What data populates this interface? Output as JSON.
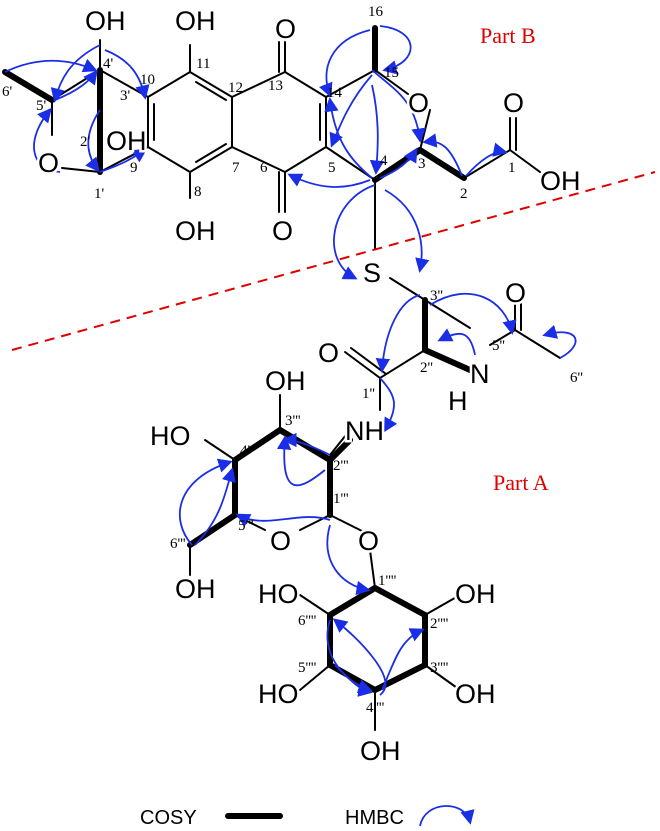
{
  "parts": {
    "part_b": "Part B",
    "part_a": "Part A"
  },
  "atoms": {
    "oh_top_left": "OH",
    "oh_c11": "OH",
    "o_c13": "O",
    "o_ring_b": "O",
    "o_acid": "O",
    "oh_acid": "OH",
    "o_c1prime": "O",
    "oh_c3prime": "OH",
    "oh_c8": "OH",
    "o_c6": "O",
    "s": "S",
    "o_amide_5": "O",
    "o_amide_1": "O",
    "nh_2dp": "N",
    "h_2dp": "H",
    "oh_3tp": "OH",
    "ho_4tp": "HO",
    "nh_2tp": "NH",
    "o_ring_a": "O",
    "o_link": "O",
    "oh_6tp": "OH",
    "ho_6qp": "HO",
    "oh_2qp": "OH",
    "ho_5qp": "HO",
    "oh_3qp": "OH",
    "oh_4qp": "OH"
  },
  "labels": {
    "n16": "16",
    "n15": "15",
    "n11": "11",
    "n13": "13",
    "n14": "14",
    "n12": "12",
    "n10": "10",
    "n4p": "4'",
    "n3p": "3'",
    "n6p": "6'",
    "n5p": "5'",
    "n2p": "2'",
    "n9": "9",
    "n1p": "1'",
    "n7": "7",
    "n5": "5",
    "n6": "6",
    "n8": "8",
    "n4": "4",
    "n3": "3",
    "n2": "2",
    "n1": "1",
    "n3dp": "3''",
    "n5dp": "5''",
    "n2dp": "2''",
    "n6dp": "6''",
    "n1dp": "1''",
    "n3tp": "3'''",
    "n4tp": "4'''",
    "n2tp": "2'''",
    "n1tp": "1'''",
    "n5tp": "5'''",
    "n6tp": "6'''",
    "n1qp": "1''''",
    "n6qp": "6''''",
    "n2qp": "2''''",
    "n5qp": "5''''",
    "n3qp": "3''''",
    "n4qp": "4''''"
  },
  "legend": {
    "cosy": "COSY",
    "hmbc": "HMBC"
  },
  "colors": {
    "hmbc": "#1a2ee6",
    "part_label": "#e00000",
    "divider": "#e00000"
  }
}
